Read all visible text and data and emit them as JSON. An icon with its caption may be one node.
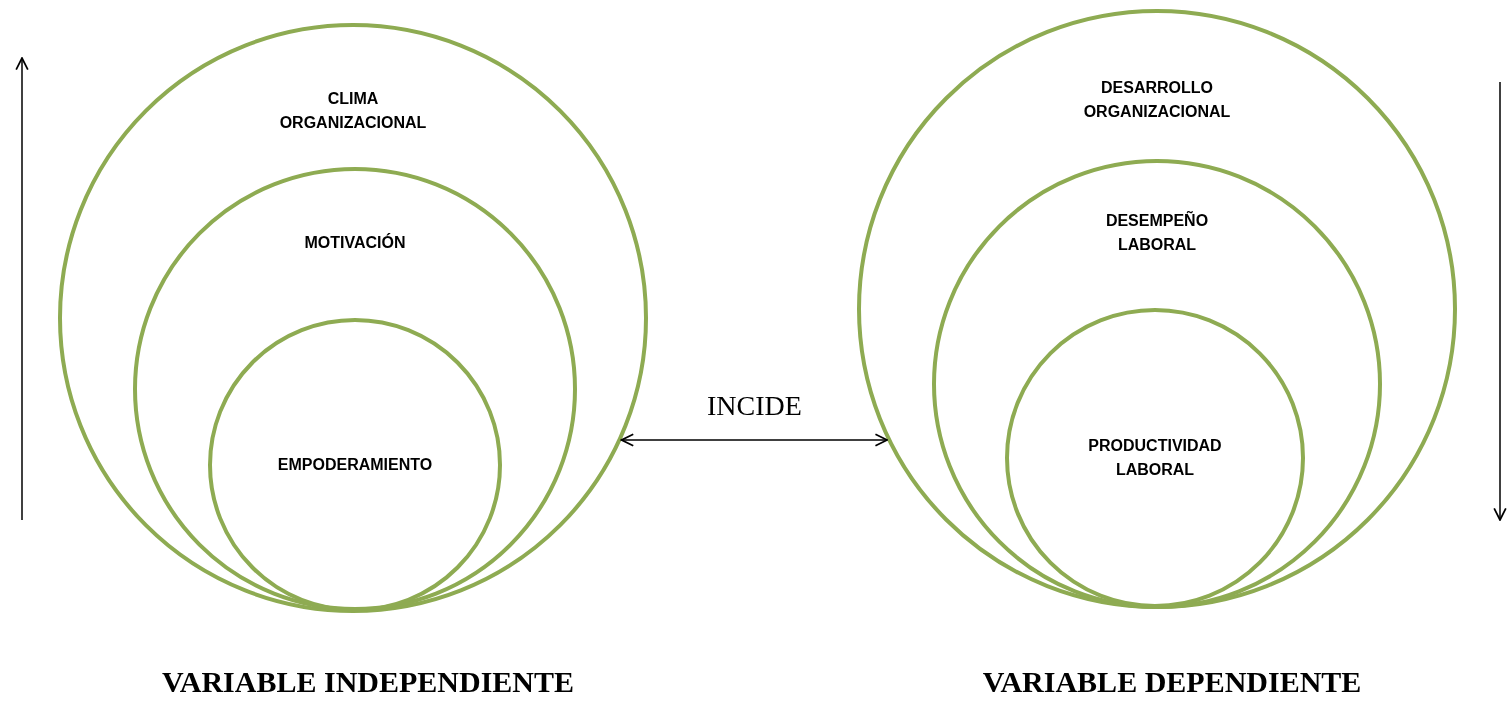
{
  "diagram": {
    "nodes": [
      {
        "text": [
          "CLIMA ORGANIZACIONAL"
        ],
        "beside": [
          "VARIABLE INDEPENDIENTE"
        ]
      },
      {
        "text": [
          "MOTIVACIÓN"
        ],
        "in": 0
      },
      {
        "text": [
          "EMPODERAMIENTO"
        ],
        "in": 1
      },
      {
        "text": [
          "DESARROLLO ORGANIZACIONAL"
        ],
        "beside": [
          "VARIABLE DEPENDIENTE"
        ]
      },
      {
        "text": [
          "DESEMPEÑO LABORAL"
        ],
        "in": 3
      },
      {
        "text": [
          "PRODUCTIVIDAD LABORAL"
        ],
        "in": 4
      }
    ],
    "edges": [
      {
        "from": 0,
        "to": 3,
        "arrow": "both",
        "label": "INCIDE"
      }
    ]
  }
}
